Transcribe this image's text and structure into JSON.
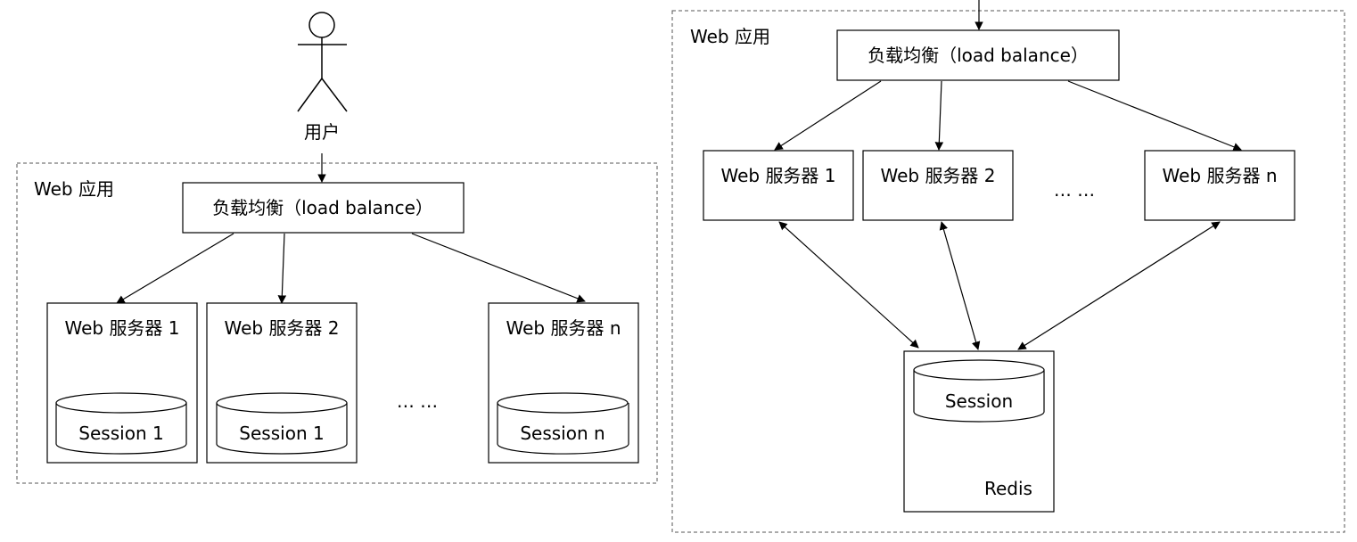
{
  "left": {
    "user_label": "用户",
    "container_label": "Web 应用",
    "lb_label": "负载均衡（load balance）",
    "servers": [
      {
        "label": "Web 服务器 1",
        "session": "Session 1"
      },
      {
        "label": "Web 服务器 2",
        "session": "Session 1"
      },
      {
        "label": "Web 服务器 n",
        "session": "Session n"
      }
    ],
    "ellipsis": "… …"
  },
  "right": {
    "container_label": "Web 应用",
    "lb_label": "负载均衡（load balance）",
    "servers": [
      {
        "label": "Web 服务器 1"
      },
      {
        "label": "Web 服务器 2"
      },
      {
        "label": "Web 服务器 n"
      }
    ],
    "ellipsis": "… …",
    "store_session": "Session",
    "store_label": "Redis"
  }
}
